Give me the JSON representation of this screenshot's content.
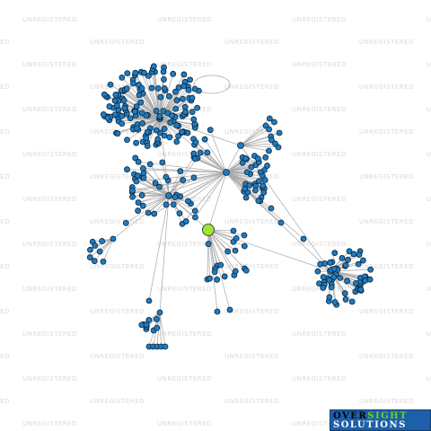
{
  "watermark": {
    "text": "UNREGISTERED",
    "color": "#dadada"
  },
  "logo": {
    "word1": "OVER",
    "word2": "SIGHT",
    "word3": "SOLUTIONS",
    "bg": "#1d5fa8",
    "accent": "#6cd41e"
  },
  "graph": {
    "edge_color": "#a8a8a8",
    "node_color": "#1f7bbf",
    "node_stroke": "#0b2740",
    "focus_node_color": "#a6e22e",
    "clusters": [
      {
        "name": "top-left-hub",
        "count": 150
      },
      {
        "name": "bottom-right-hub",
        "count": 60
      },
      {
        "name": "center-hub",
        "count": 45
      },
      {
        "name": "right-hub",
        "count": 35
      },
      {
        "name": "bottom-leaf-group",
        "count": 14
      },
      {
        "name": "left-leaf-group",
        "count": 8
      }
    ],
    "focus_node": "center-focus"
  }
}
